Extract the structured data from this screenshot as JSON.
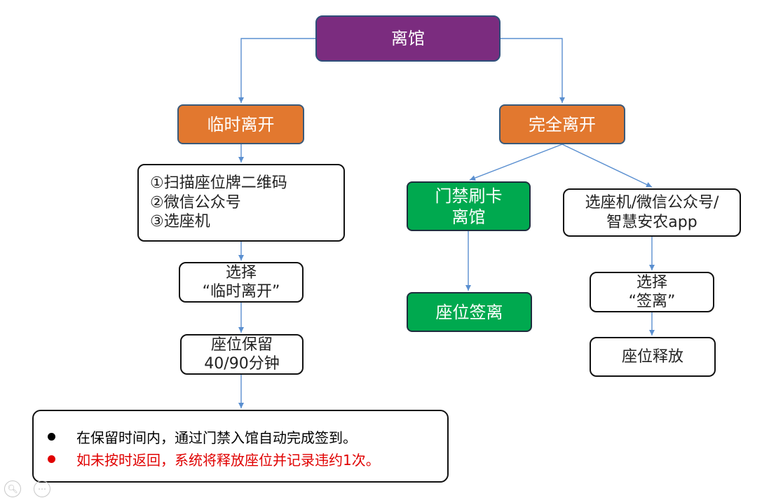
{
  "nodes": {
    "root": "离馆",
    "temp_leave": "临时离开",
    "full_leave": "完全离开",
    "methods": {
      "line1": "①扫描座位牌二维码",
      "line2": "②微信公众号",
      "line3": "③选座机"
    },
    "choose_temp": {
      "line1": "选择",
      "line2": "“临时离开”"
    },
    "seat_hold": {
      "line1": "座位保留",
      "line2": "40/90分钟"
    },
    "gate_card": {
      "line1": "门禁刷卡",
      "line2": "离馆"
    },
    "app_options": {
      "line1": "选座机/微信公众号/",
      "line2": "智慧安农app"
    },
    "seat_checkout": "座位签离",
    "choose_checkout": {
      "line1": "选择",
      "line2": "“签离”"
    },
    "seat_release": "座位释放"
  },
  "notes": [
    {
      "text": "在保留时间内，通过门禁入馆自动完成签到。",
      "color": "#000000"
    },
    {
      "text": "如未按时返回，系统将释放座位并记录违约1次。",
      "color": "#e00000"
    }
  ],
  "colors": {
    "root": "#7b2c7f",
    "branch": "#e2782f",
    "gate": "#00a94f",
    "edge": "#5a8fd0"
  },
  "icons": {
    "zoom": "zoom-icon",
    "more": "more-options-icon"
  }
}
